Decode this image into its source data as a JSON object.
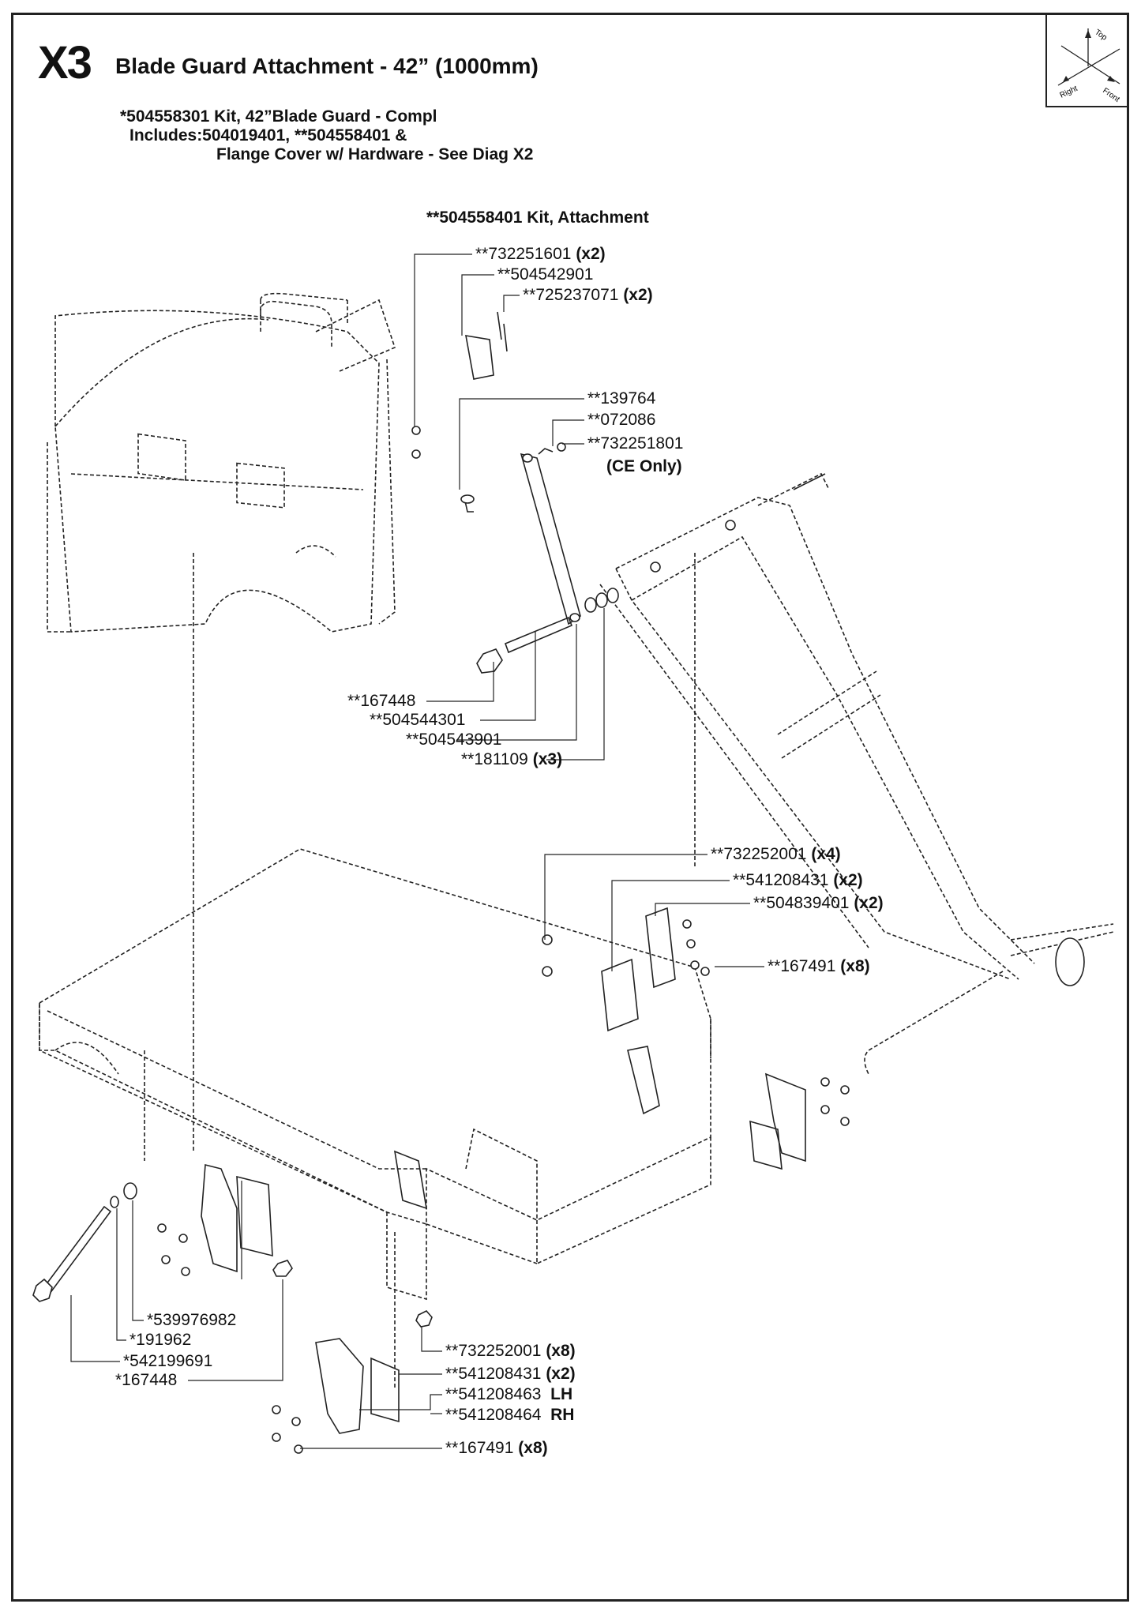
{
  "header": {
    "code": "X3",
    "title": "Blade Guard Attachment - 42” (1000mm)"
  },
  "kit_main": {
    "line1": "*504558301 Kit, 42”Blade Guard - Compl",
    "line2": "Includes:504019401, **504558401 &",
    "line3": "Flange Cover w/ Hardware - See Diag X2"
  },
  "kit_attachment": "**504558401 Kit, Attachment",
  "orientation": {
    "top": "Top",
    "right": "Right",
    "front": "Front"
  },
  "callouts": [
    {
      "id": "c1",
      "part": "**732251601",
      "qty": "(x2)"
    },
    {
      "id": "c2",
      "part": "**504542901",
      "qty": ""
    },
    {
      "id": "c3",
      "part": "**725237071",
      "qty": "(x2)"
    },
    {
      "id": "c4",
      "part": "**139764",
      "qty": ""
    },
    {
      "id": "c5",
      "part": "**072086",
      "qty": ""
    },
    {
      "id": "c6",
      "part": "**732251801",
      "qty": ""
    },
    {
      "id": "c6b",
      "part": "",
      "qty": "(CE Only)"
    },
    {
      "id": "c7",
      "part": "**167448",
      "qty": ""
    },
    {
      "id": "c8",
      "part": "**504544301",
      "qty": ""
    },
    {
      "id": "c9",
      "part": "**504543901",
      "qty": ""
    },
    {
      "id": "c10",
      "part": "**181109",
      "qty": "(x3)"
    },
    {
      "id": "c11",
      "part": "**732252001",
      "qty": "(x4)"
    },
    {
      "id": "c12",
      "part": "**541208431",
      "qty": "(x2)"
    },
    {
      "id": "c13",
      "part": "**504839401",
      "qty": "(x2)"
    },
    {
      "id": "c14",
      "part": "**167491",
      "qty": "(x8)"
    },
    {
      "id": "c15",
      "part": "*539976982",
      "qty": ""
    },
    {
      "id": "c16",
      "part": "*191962",
      "qty": ""
    },
    {
      "id": "c17",
      "part": "*542199691",
      "qty": ""
    },
    {
      "id": "c18",
      "part": "*167448",
      "qty": ""
    },
    {
      "id": "c19",
      "part": "**732252001",
      "qty": "(x8)"
    },
    {
      "id": "c20",
      "part": "**541208431",
      "qty": "(x2)"
    },
    {
      "id": "c21",
      "part": "**541208463",
      "qty": "LH"
    },
    {
      "id": "c22",
      "part": "**541208464",
      "qty": "RH"
    },
    {
      "id": "c23",
      "part": "**167491",
      "qty": "(x8)"
    }
  ]
}
